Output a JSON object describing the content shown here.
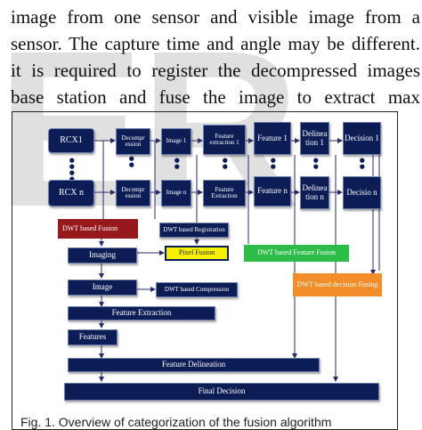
{
  "watermark": "ER",
  "paragraph": [
    "image from one sensor and visible image from a",
    "sensor. The capture time and angle may be different.",
    "it is required to register the decompressed images",
    "base station and fuse the image to extract max"
  ],
  "diagram": {
    "rcx1": "RCX1",
    "rcxn": "RCX n",
    "decomp1": "Decompr ession",
    "image1": "Image 1",
    "featext1": "Feature extraction 1",
    "feature1": "Feature 1",
    "delin1": "Delinea tion 1",
    "decision1": "Decision 1",
    "decompn": "Decompr ession",
    "imagen": "Image n",
    "featextn": "Feature Extraction",
    "featuren": "Feature n",
    "delinn": "Delinea tion n",
    "decisionn": "Decisio n",
    "dwt_fusion": "DWT based Fusion",
    "dwt_registration": "DWT based Registration",
    "imaging": "Imaging",
    "pixel_fusion": "Pixel Fusion",
    "dwt_feature_fusion": "DWT based Feature Fusion",
    "dwt_decision": "DWT based decision Fusing",
    "image": "Image",
    "dwt_compression": "DWT based Compression",
    "feature_extraction": "Feature Extraction",
    "features": "Features",
    "feature_delineation": "Feature Delineation",
    "final_decision": "Final Decision"
  },
  "caption": "Fig. 1. Overview of categorization of the fusion algorithm"
}
